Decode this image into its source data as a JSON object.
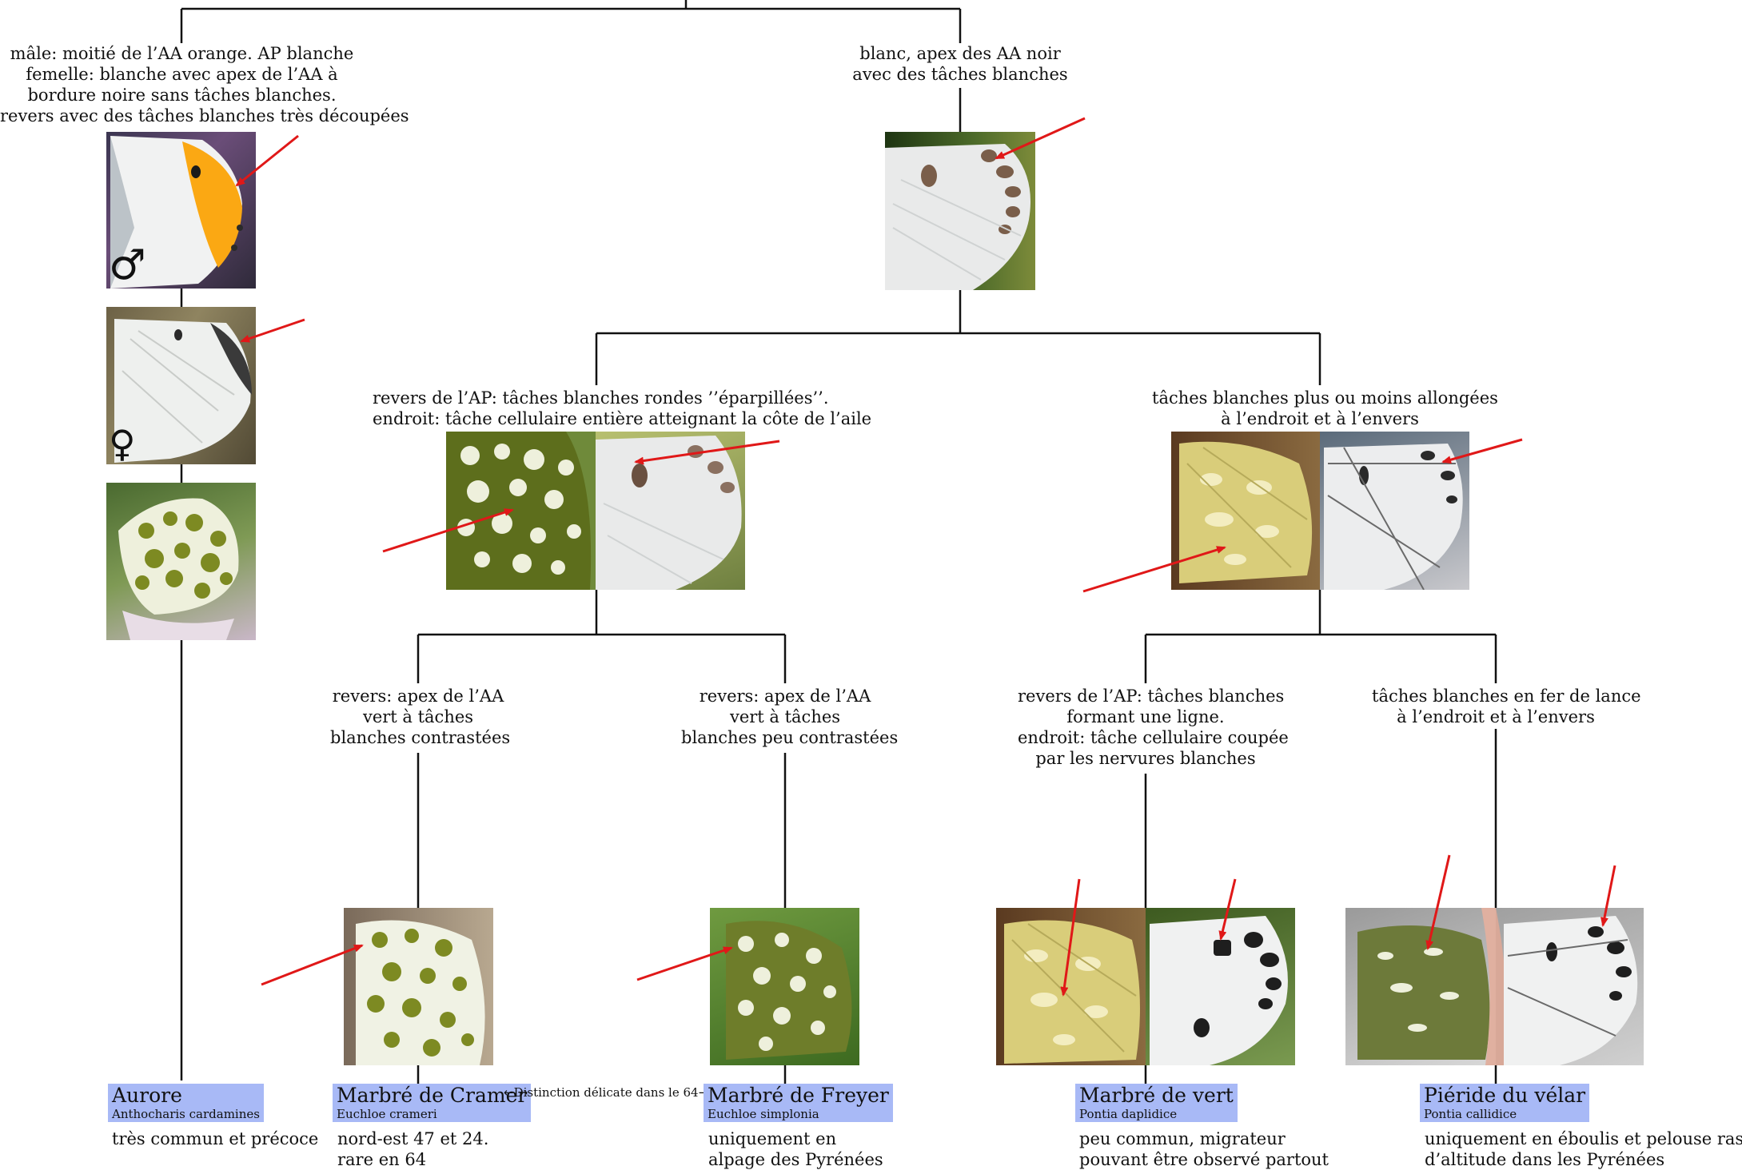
{
  "branches": {
    "aurore": [
      "mâle: moitié de l’AA orange. AP blanche",
      "femelle: blanche avec apex de l’AA à",
      "bordure noire sans tâches blanches.",
      "revers avec des tâches blanches très découpées"
    ],
    "blanc": [
      "blanc, apex des AA noir",
      "avec des tâches blanches"
    ],
    "euchloe": [
      "revers de l’AP: tâches blanches rondes ’’éparpillées’’.",
      "endroit: tâche cellulaire entière atteignant la côte de l’aile"
    ],
    "pontia": [
      "tâches blanches plus ou moins allongées",
      "à l’endroit et à l’envers"
    ],
    "crameri": [
      "revers: apex de l’AA",
      "vert à tâches",
      "blanches contrastées"
    ],
    "simplonia": [
      "revers: apex de l’AA",
      "vert à tâches",
      "blanches peu contrastées"
    ],
    "daplidice": [
      "revers de l’AP: tâches blanches",
      "formant une ligne.",
      "endroit: tâche cellulaire coupée",
      "par les nervures blanches"
    ],
    "callidice": [
      "tâches blanches en fer de lance",
      "à l’endroit et à l’envers"
    ]
  },
  "species": {
    "aurore": {
      "common": "Aurore",
      "latin": "Anthocharis cardamines",
      "note": [
        "très commun et précoce"
      ]
    },
    "cramer": {
      "common": "Marbré de Cramer",
      "latin": "Euchloe crameri",
      "note": [
        "nord-est 47 et 24.",
        "rare en 64"
      ]
    },
    "freyer": {
      "common": "Marbré de Freyer",
      "latin": "Euchloe simplonia",
      "note": [
        "uniquement en",
        "alpage des Pyrénées"
      ]
    },
    "vert": {
      "common": "Marbré de vert",
      "latin": "Pontia daplidice",
      "note": [
        "peu commun, migrateur",
        "pouvant être observé partout"
      ]
    },
    "velar": {
      "common": "Piéride du vélar",
      "latin": "Pontia callidice",
      "note": [
        "uniquement en éboulis et pelouse rases",
        "d’altitude dans les Pyrénées"
      ]
    }
  },
  "distinction": "Distinction délicate dans le 64",
  "symbols": {
    "male": "♂",
    "female": "♀"
  },
  "colors": {
    "tree_line": "#111111",
    "arrow": "#e01818",
    "name_highlight": "#a8b9f6",
    "apex_orange": "#fba813",
    "wing_green": "#7d8a22",
    "wing_yellow": "#d9cd7a"
  }
}
